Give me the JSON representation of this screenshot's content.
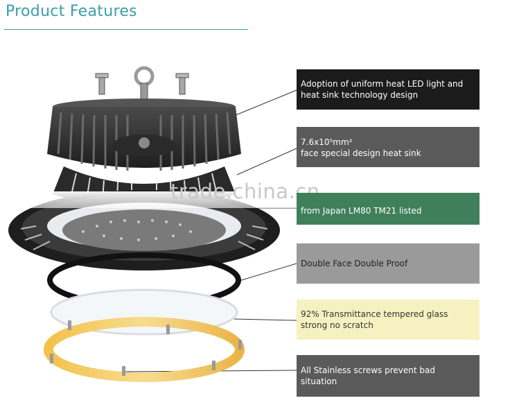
{
  "header": {
    "title": "Product Features"
  },
  "features": [
    {
      "lines": [
        "Adoption of uniform heat LED light and",
        "heat sink technology design"
      ]
    },
    {
      "lines": [
        "7.6x10⁵mm²",
        "face special design heat sink"
      ]
    },
    {
      "lines": [
        "from Japan LM80 TM21 listed"
      ]
    },
    {
      "lines": [
        "Double Face  Double Proof"
      ]
    },
    {
      "lines": [
        "92% Transmittance  tempered glass",
        "strong no scratch"
      ]
    },
    {
      "lines": [
        "All Stainless  screws  prevent bad",
        "situation"
      ]
    }
  ],
  "watermark": "trade.china.cn",
  "colors": {
    "title": "#3a9ea5",
    "box_dark": "#1b1b1b",
    "box_gray": "#5a5a5a",
    "box_green": "#3f7f5a",
    "box_light_gray": "#9a9a9a",
    "box_yellow": "#f6f1c0"
  }
}
